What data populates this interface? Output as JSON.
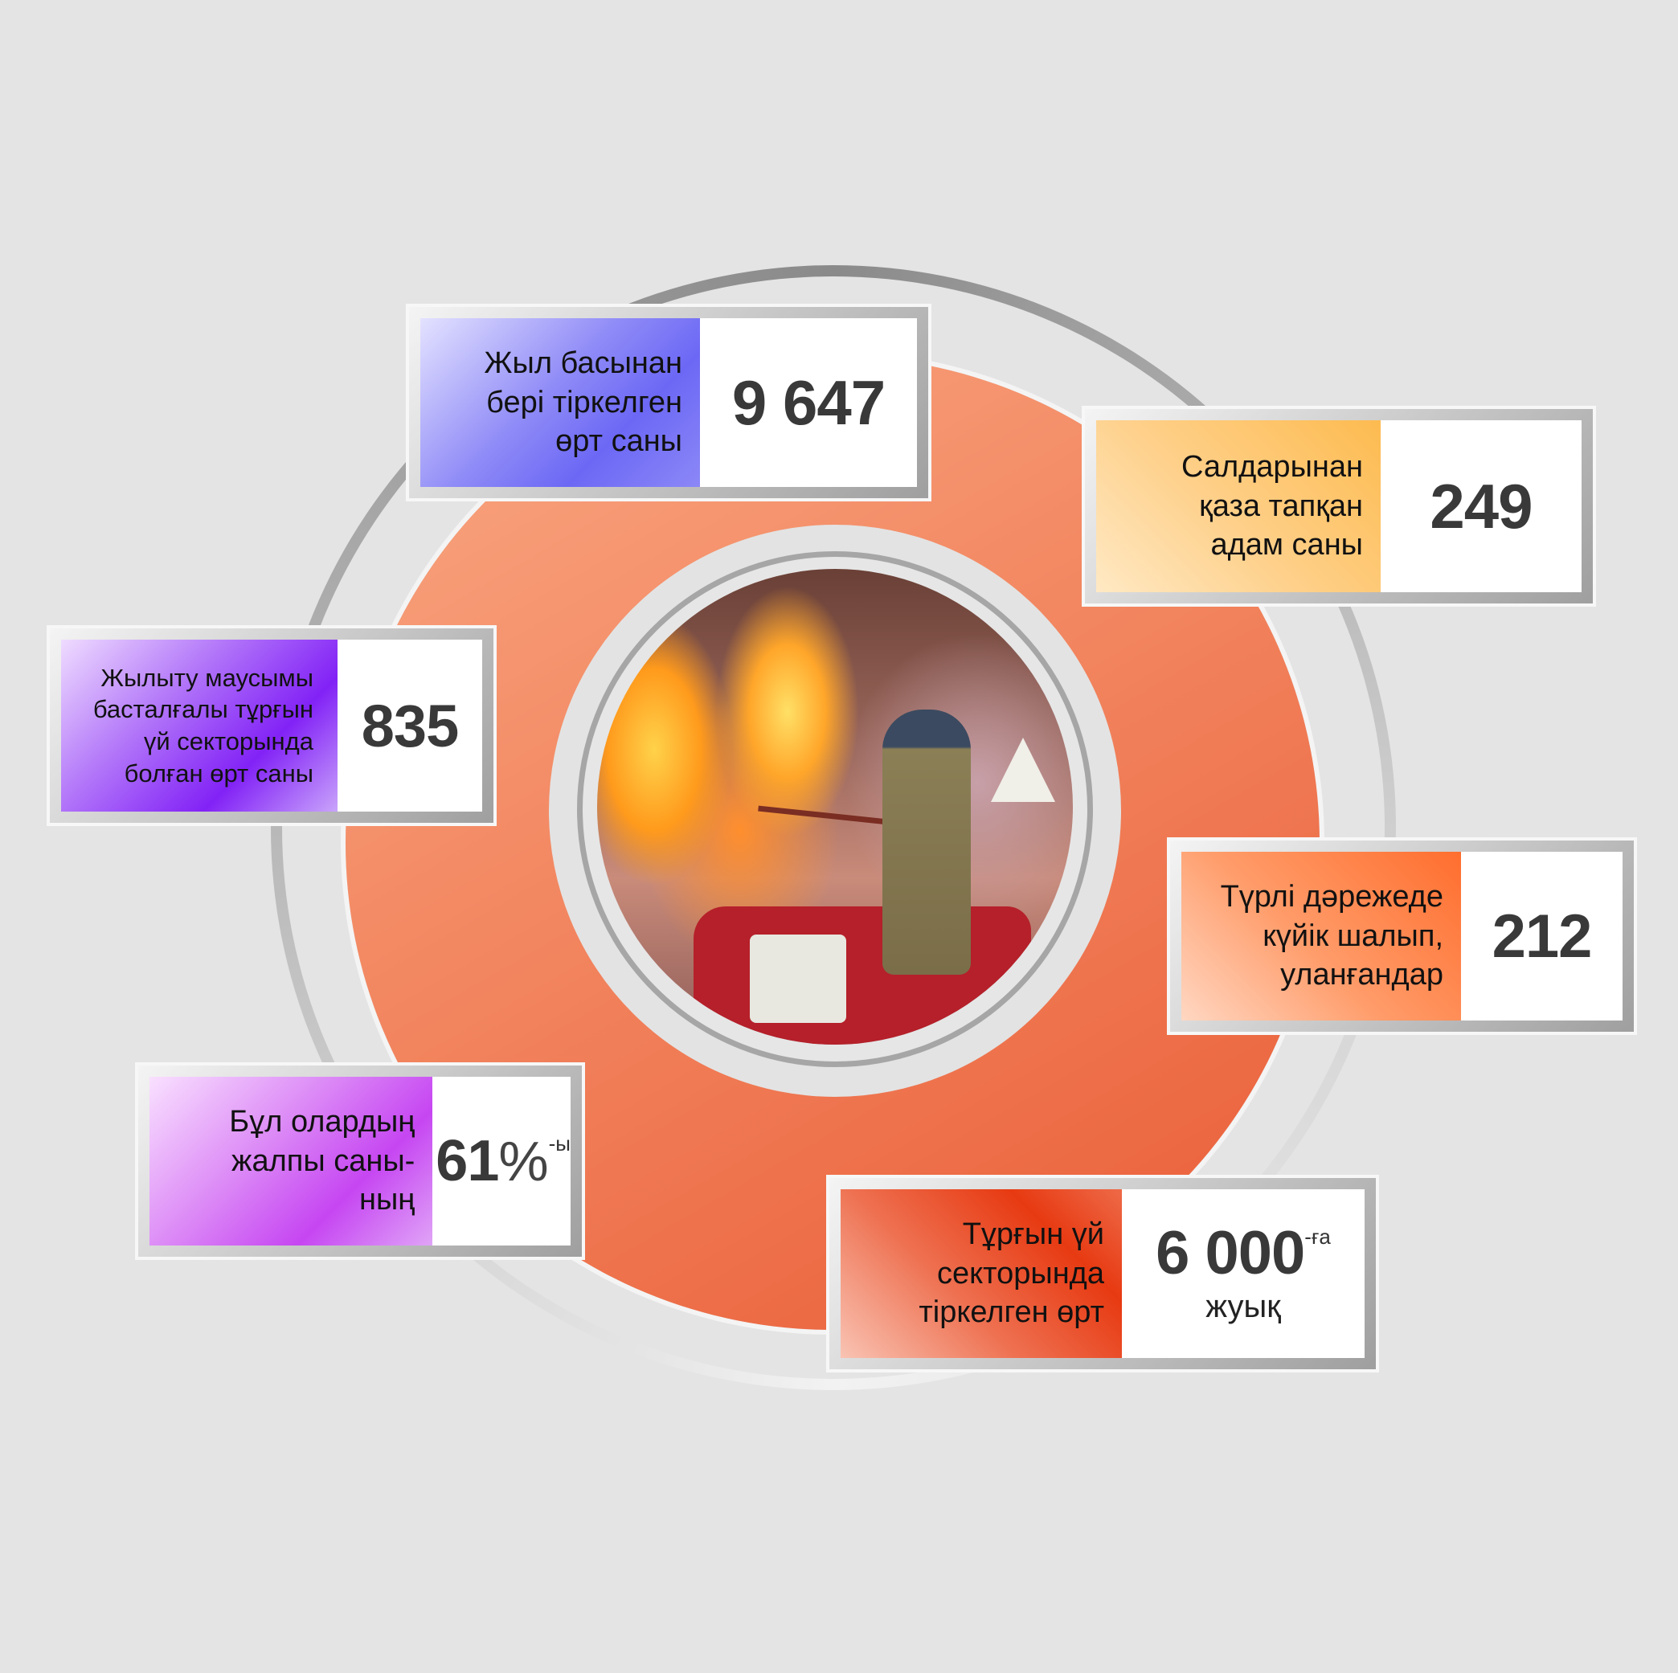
{
  "colors": {
    "background": "#e4e4e4",
    "orange_ring": "#f28660",
    "card_blue": "#6c68f5",
    "card_amber": "#fdbb50",
    "card_violet": "#8222f6",
    "card_orange": "#ff6e2e",
    "card_magenta": "#c646f2",
    "card_red": "#e73a12",
    "value_text": "#393939"
  },
  "center_image": {
    "description": "firefighter-on-fire-truck-photo"
  },
  "cards": [
    {
      "id": "fires-since-year-start",
      "label": "Жыл басынан\nбері тіркелген\nөрт саны",
      "value": "9 647",
      "suffix": "",
      "sub": ""
    },
    {
      "id": "deaths",
      "label": "Салдарынан\nқаза тапқан\nадам саны",
      "value": "249",
      "suffix": "",
      "sub": ""
    },
    {
      "id": "heating-season-residential-fires",
      "label": "Жылыту маусымы\nбасталғалы тұрғын\nүй секторында\nболған өрт саны",
      "value": "835",
      "suffix": "",
      "sub": ""
    },
    {
      "id": "burns-poisoned",
      "label": "Түрлі дәрежеде\nкүйік шалып,\nуланғандар",
      "value": "212",
      "suffix": "",
      "sub": ""
    },
    {
      "id": "share-of-total",
      "label": "Бұл олардың\nжалпы саны-\nның",
      "value": "61",
      "percent": "%",
      "suffix": "-ы",
      "sub": ""
    },
    {
      "id": "residential-sector-fires",
      "label": "Тұрғын үй\nсекторында\nтіркелген өрт",
      "value": "6 000",
      "suffix": "-ға",
      "sub": "жуық"
    }
  ]
}
